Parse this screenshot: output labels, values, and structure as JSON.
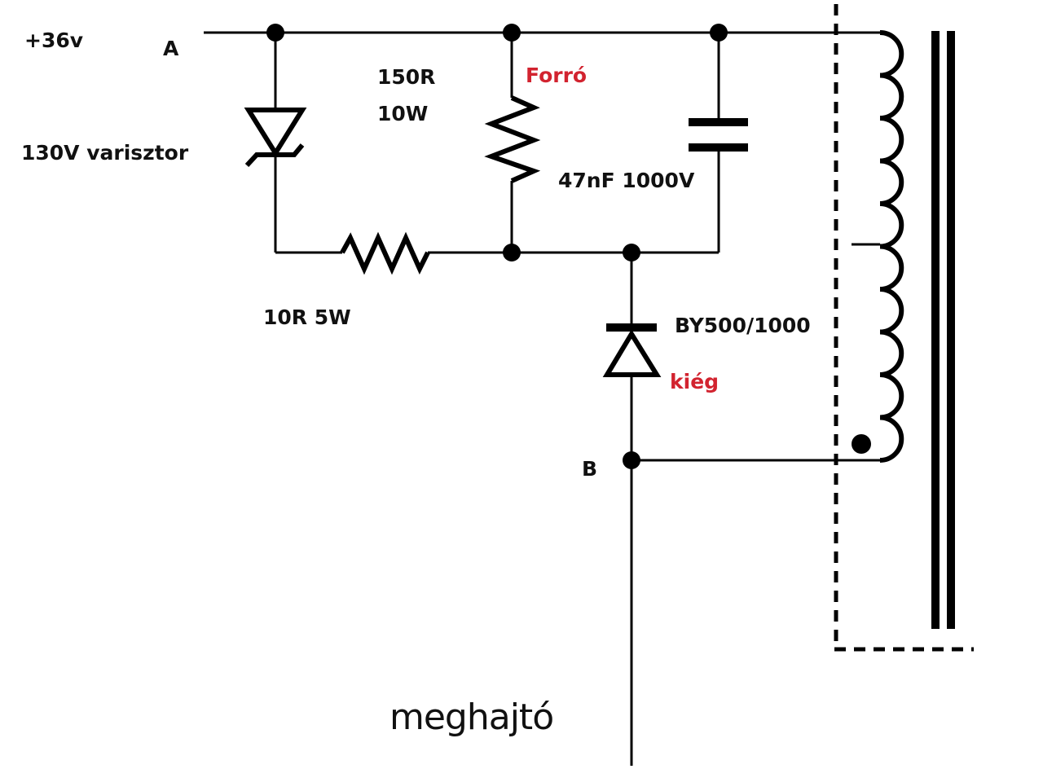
{
  "diagram": {
    "type": "circuit-schematic",
    "labels": {
      "supply": "+36v",
      "node_a": "A",
      "node_b": "B",
      "varistor": "130V varisztor",
      "resistor_150_value": "150R",
      "resistor_150_power": "10W",
      "resistor_150_note": "Forró",
      "capacitor": "47nF 1000V",
      "resistor_10": "10R 5W",
      "diode": "BY500/1000",
      "diode_note": "kiég",
      "driver": "meghajtó"
    },
    "components": [
      {
        "id": "varistor",
        "kind": "varistor",
        "label": "130V varisztor"
      },
      {
        "id": "r150",
        "kind": "resistor",
        "label": "150R 10W",
        "note": "Forró"
      },
      {
        "id": "c47n",
        "kind": "capacitor",
        "label": "47nF 1000V"
      },
      {
        "id": "r10",
        "kind": "resistor",
        "label": "10R 5W"
      },
      {
        "id": "d1",
        "kind": "diode",
        "label": "BY500/1000",
        "note": "kiég"
      },
      {
        "id": "transformer",
        "kind": "transformer",
        "note": "tapped primary, dotted shield"
      }
    ],
    "colors": {
      "ink": "#000000",
      "note": "#d2232f",
      "background": "#ffffff"
    }
  }
}
